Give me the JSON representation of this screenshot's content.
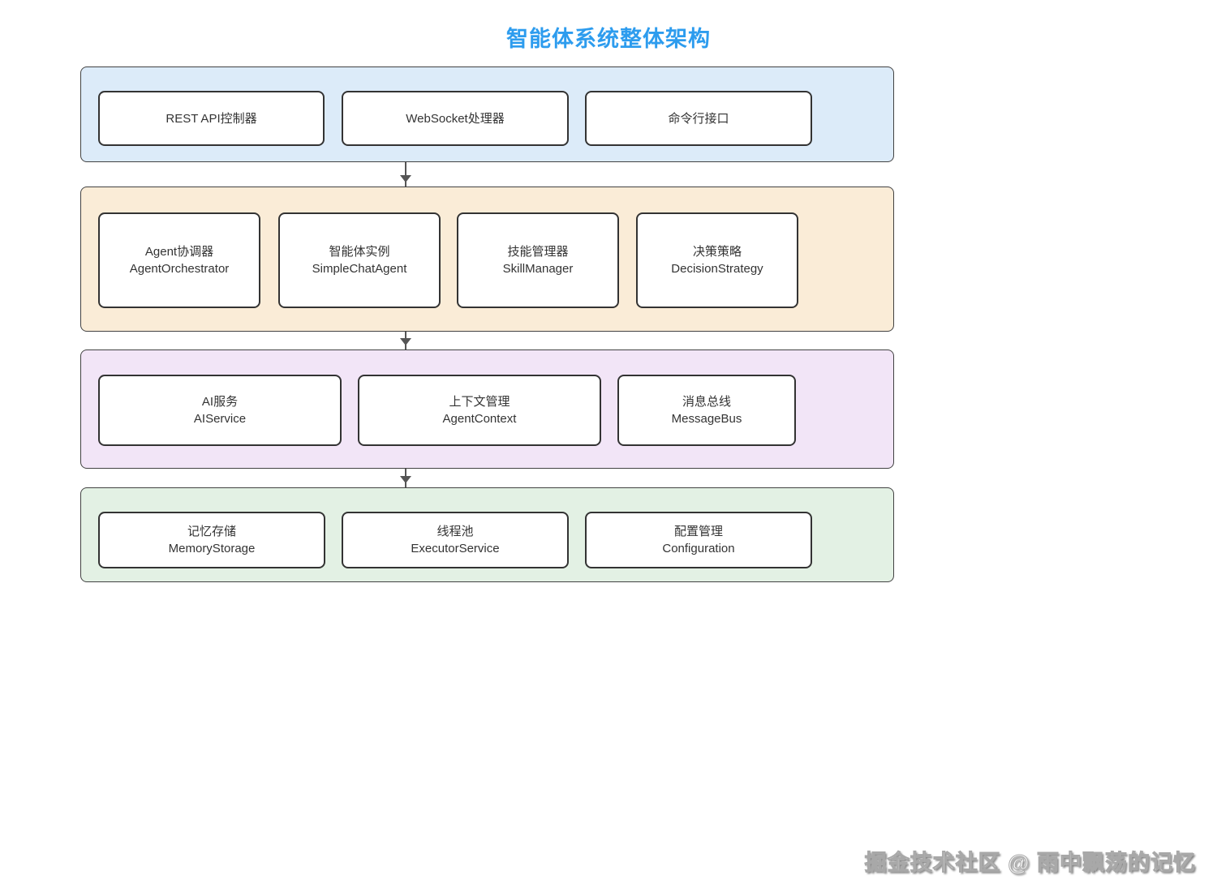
{
  "title": "智能体系统整体架构",
  "colors": {
    "title_blue": "#2d9cee",
    "interface_layer_bg": "#dcebf9",
    "core_layer_bg": "#faecd7",
    "service_layer_bg": "#f2e5f7",
    "infra_layer_bg": "#e3f1e4",
    "node_bg": "#ffffff",
    "node_border": "#333333",
    "arrow": "#555555"
  },
  "layers": [
    {
      "name": "interface-layer",
      "boxes": [
        {
          "cn": "REST API控制器"
        },
        {
          "cn": "WebSocket处理器"
        },
        {
          "cn": "命令行接口"
        }
      ]
    },
    {
      "name": "agent-core-layer",
      "boxes": [
        {
          "cn": "Agent协调器",
          "en": "AgentOrchestrator"
        },
        {
          "cn": "智能体实例",
          "en": "SimpleChatAgent"
        },
        {
          "cn": "技能管理器",
          "en": "SkillManager"
        },
        {
          "cn": "决策策略",
          "en": "DecisionStrategy"
        }
      ]
    },
    {
      "name": "service-layer",
      "boxes": [
        {
          "cn": "AI服务",
          "en": "AIService"
        },
        {
          "cn": "上下文管理",
          "en": "AgentContext"
        },
        {
          "cn": "消息总线",
          "en": "MessageBus"
        }
      ]
    },
    {
      "name": "infrastructure-layer",
      "boxes": [
        {
          "cn": "记忆存储",
          "en": "MemoryStorage"
        },
        {
          "cn": "线程池",
          "en": "ExecutorService"
        },
        {
          "cn": "配置管理",
          "en": "Configuration"
        }
      ]
    }
  ],
  "watermark": "掘金技术社区 @ 雨中飘荡的记忆"
}
